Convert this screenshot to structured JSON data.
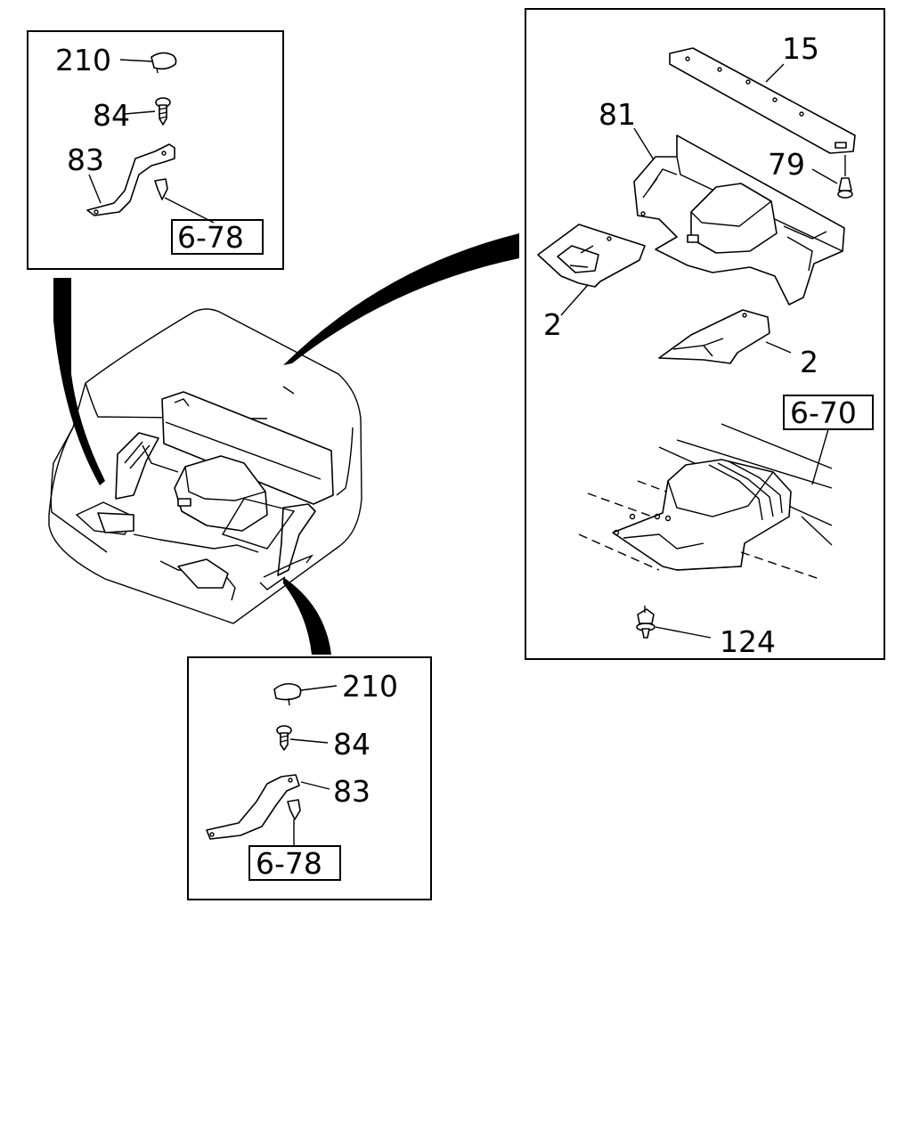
{
  "top_left_inset": {
    "labels": {
      "p210": "210",
      "p84": "84",
      "p83": "83"
    },
    "ref": "6-78"
  },
  "bottom_inset": {
    "labels": {
      "p210": "210",
      "p84": "84",
      "p83": "83"
    },
    "ref": "6-78"
  },
  "right_inset": {
    "labels": {
      "p15": "15",
      "p81": "81",
      "p79": "79",
      "p2a": "2",
      "p2b": "2",
      "p124": "124"
    },
    "ref": "6-70"
  }
}
